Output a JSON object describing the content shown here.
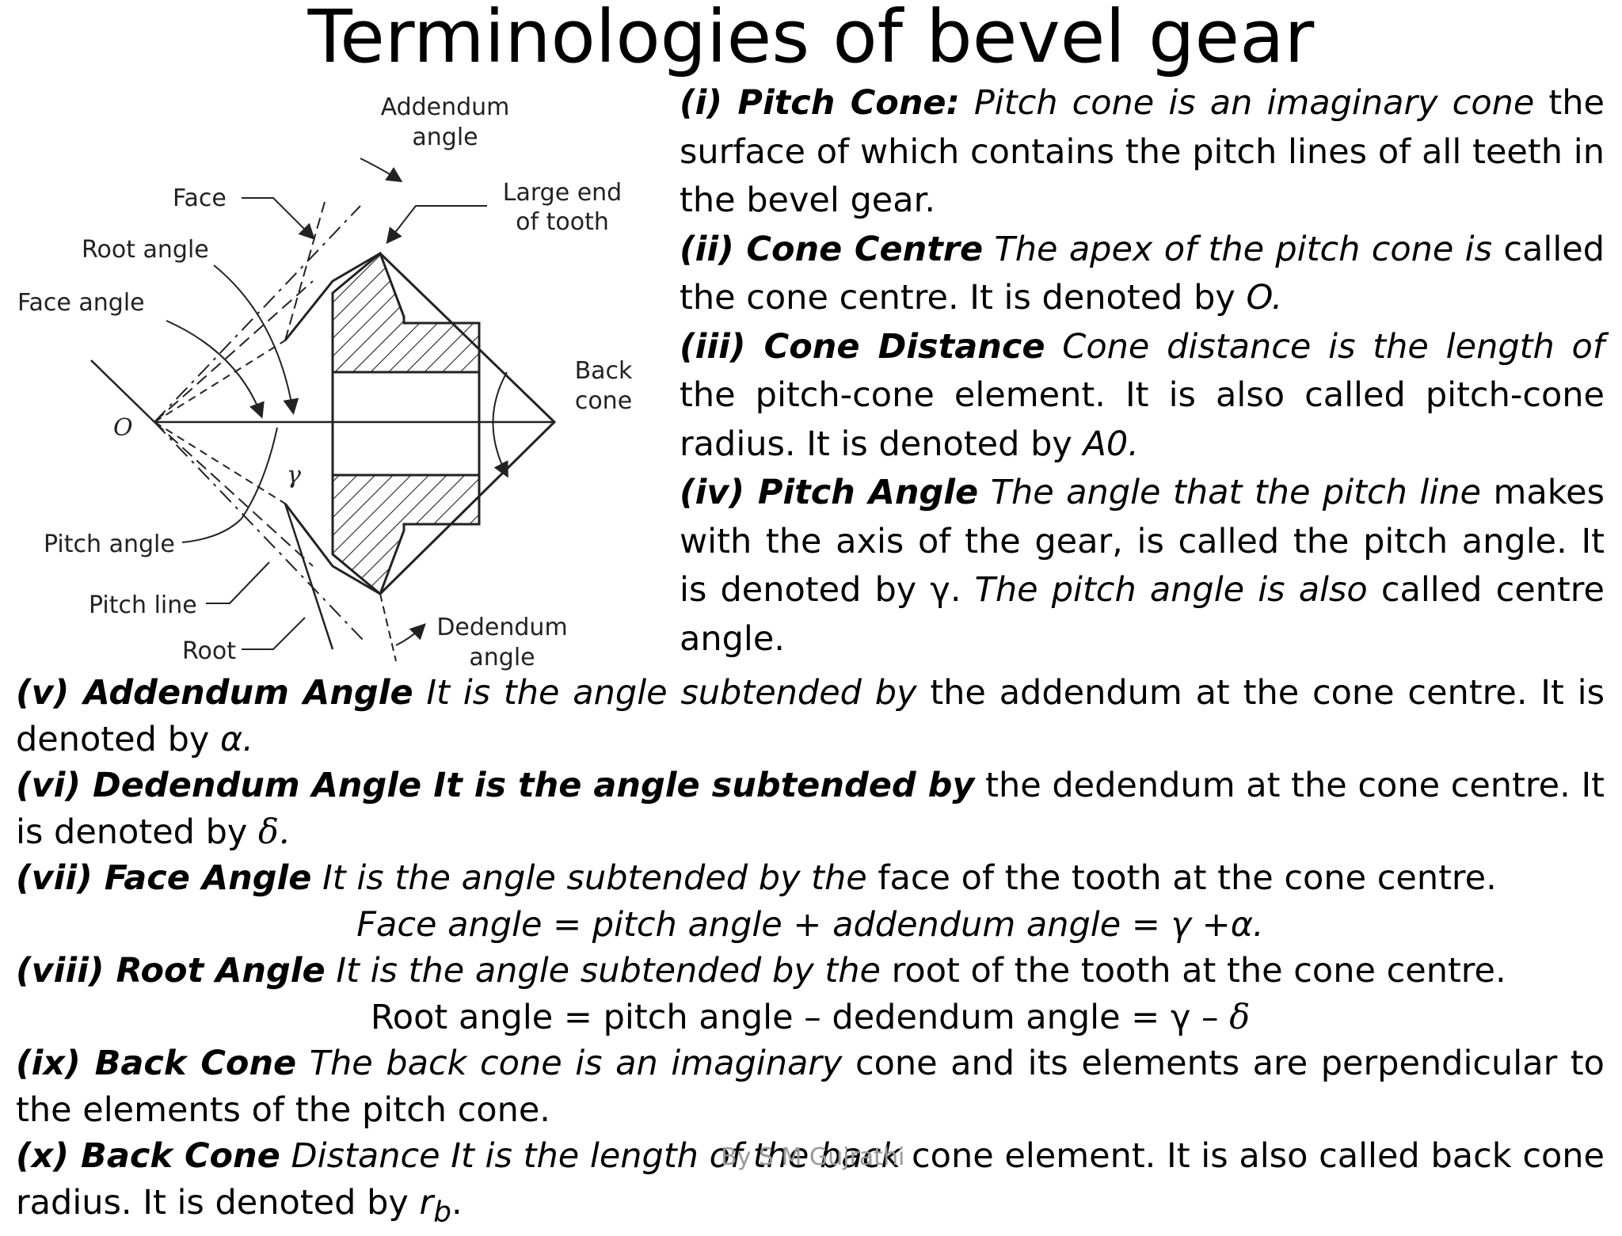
{
  "title": "Terminologies of bevel gear",
  "diagram": {
    "labels": {
      "addendum_angle_1": "Addendum",
      "addendum_angle_2": "angle",
      "face": "Face",
      "large_end_1": "Large end",
      "large_end_2": "of tooth",
      "root_angle": "Root angle",
      "face_angle": "Face angle",
      "back_cone_1": "Back",
      "back_cone_2": "cone",
      "cone_centre": "O",
      "gamma": "γ",
      "pitch_angle": "Pitch angle",
      "pitch_line": "Pitch line",
      "root": "Root",
      "dedendum_angle_1": "Dedendum",
      "dedendum_angle_2": "angle"
    }
  },
  "definitions": {
    "i": {
      "head": "(i) Pitch Cone:",
      "italic": " Pitch cone is an imaginary cone",
      "rest": " the surface of which contains the pitch lines of all teeth in the bevel gear."
    },
    "ii": {
      "head": "(ii) Cone Centre",
      "italic": " The apex of the pitch cone is",
      "rest": " called the cone centre. It is denoted by ",
      "symbol": "O."
    },
    "iii": {
      "head": "(iii) Cone Distance",
      "italic": " Cone distance is the length of",
      "rest": " the pitch-cone element. It is also called pitch-cone radius. It is denoted by ",
      "symbol": "A0."
    },
    "iv": {
      "head": "(iv) Pitch Angle",
      "italic": " The angle that the pitch line",
      "rest": " makes with the axis of the gear, is called the pitch angle. It is denoted by γ. ",
      "italic2": "The pitch angle is also",
      "rest2": " called centre angle."
    },
    "v": {
      "head": "(v) Addendum Angle",
      "italic": " It is the angle subtended by",
      "rest": " the addendum at the cone centre. It is denoted by ",
      "symbol": "α."
    },
    "vi": {
      "head": "(vi) Dedendum Angle It is the angle subtended by",
      "rest": " the dedendum at the cone centre. It is denoted by ",
      "symbol": "δ."
    },
    "vii": {
      "head": "(vii) Face Angle",
      "italic": " It is the angle subtended by the",
      "rest": " face of the tooth at the cone centre.",
      "formula": "Face angle = pitch angle + addendum angle =  γ +α."
    },
    "viii": {
      "head": "(viii) Root Angle",
      "italic": " It is the angle subtended by the",
      "rest": " root of the tooth at the cone centre.",
      "formula_text": "Root angle = pitch angle – dedendum angle = γ  – ",
      "formula_symbol": "δ"
    },
    "ix": {
      "head": "(ix) Back Cone",
      "italic": " The back cone is an imaginary",
      "rest": " cone and its elements are perpendicular to the elements of the pitch cone."
    },
    "x": {
      "head": "(x) Back Cone",
      "italic": " Distance It is the length of the back",
      "rest": " cone element. It is also called back cone radius. It is denoted by ",
      "symbol": "r",
      "subscript": "b",
      "end": "."
    }
  },
  "footer": "By S M Gujrathi"
}
